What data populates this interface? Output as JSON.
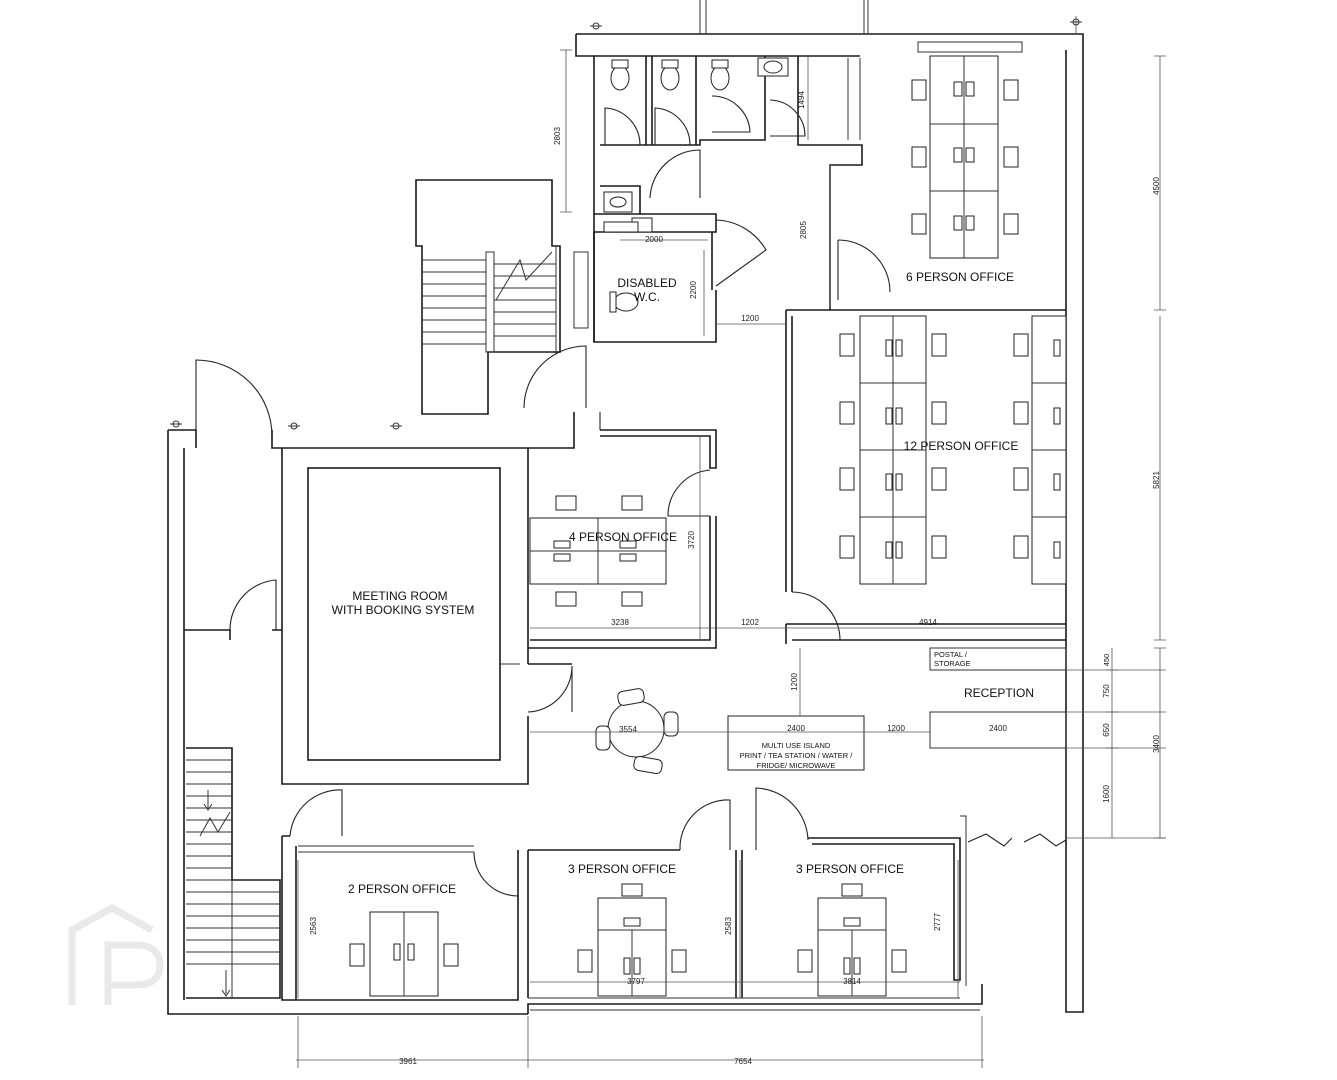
{
  "rooms": {
    "six_person_office": "6 PERSON OFFICE",
    "twelve_person_office": "12 PERSON OFFICE",
    "four_person_office": "4 PERSON OFFICE",
    "disabled_wc_line1": "DISABLED",
    "disabled_wc_line2": "W.C.",
    "meeting_room_line1": "MEETING ROOM",
    "meeting_room_line2": "WITH BOOKING SYSTEM",
    "reception": "RECEPTION",
    "postal_line1": "POSTAL /",
    "postal_line2": "STORAGE",
    "two_person_office": "2 PERSON OFFICE",
    "three_person_office_a": "3 PERSON OFFICE",
    "three_person_office_b": "3 PERSON OFFICE",
    "island_line1": "MULTI USE ISLAND",
    "island_line2": "PRINT / TEA STATION / WATER /",
    "island_line3": "FRIDGE/ MICROWAVE"
  },
  "dimensions": {
    "d2803": "2803",
    "d1494": "1494",
    "d2000": "2000",
    "d2200": "2200",
    "d2805": "2805",
    "d1200_top": "1200",
    "d4500": "4500",
    "d5821": "5821",
    "d3720": "3720",
    "d3238": "3238",
    "d1202": "1202",
    "d4914": "4914",
    "d1200_vert": "1200",
    "d2400_island": "2400",
    "d1200_mid": "1200",
    "d2400_reception": "2400",
    "d3554": "3554",
    "d750": "750",
    "d650": "650",
    "d3400": "3400",
    "d1600": "1600",
    "d450": "450",
    "d2563": "2563",
    "d2583": "2583",
    "d2777": "2777",
    "d3797": "3797",
    "d3814": "3814",
    "d3961": "3961",
    "d7654": "7654"
  }
}
